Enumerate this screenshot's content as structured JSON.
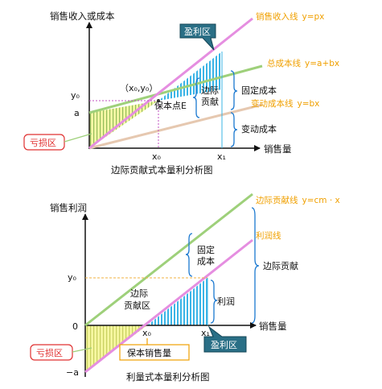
{
  "chart1": {
    "y_axis_label": "销售收入或成本",
    "x_axis_label": "销售量",
    "caption": "边际贡献式本量利分析图",
    "revenue_line_label": "销售收入线",
    "revenue_formula": "y=px",
    "total_cost_line_label": "总成本线",
    "total_cost_formula": "y=a+bx",
    "variable_cost_line_label": "变动成本线",
    "variable_cost_formula": "y=bx",
    "profit_zone_label": "盈利区",
    "loss_zone_label": "亏损区",
    "breakeven_coord": "（x₀,y₀）",
    "breakeven_label": "保本点E",
    "contribution_label_1": "边际",
    "contribution_label_2": "贡献",
    "fixed_cost_label": "固定成本",
    "variable_cost_label": "变动成本",
    "y0_label": "y₀",
    "a_label": "a",
    "x0_label": "x₀",
    "x1_label": "x₁"
  },
  "chart2": {
    "y_axis_label": "销售利润",
    "x_axis_label": "销售量",
    "caption": "利量式本量利分析图",
    "contribution_line_label": "边际贡献线",
    "contribution_formula": "y=cm · x",
    "profit_line_label": "利润线",
    "fixed_cost_label_1": "固定",
    "fixed_cost_label_2": "成本",
    "contribution_label": "边际贡献",
    "contribution_zone_label_1": "边际",
    "contribution_zone_label_2": "贡献区",
    "profit_label": "利润",
    "profit_zone_label": "盈利区",
    "loss_zone_label": "亏损区",
    "breakeven_volume_label": "保本销售量",
    "y0_label": "y₀",
    "zero_label": "0",
    "neg_a_label": "−a",
    "x0_label": "x₀",
    "x1_label": "x₁"
  },
  "colors": {
    "revenue_line": "#e58ee0",
    "total_cost_line": "#9ed07a",
    "variable_cost_line": "#e6c8b0",
    "profit_hatch": "#3bb4e6",
    "loss_fill": "#f4f58a",
    "annotation_text": "#f0a000",
    "callout_fill": "#2a6f86",
    "loss_box_border": "#e03030",
    "brace": "#1a78d0"
  }
}
